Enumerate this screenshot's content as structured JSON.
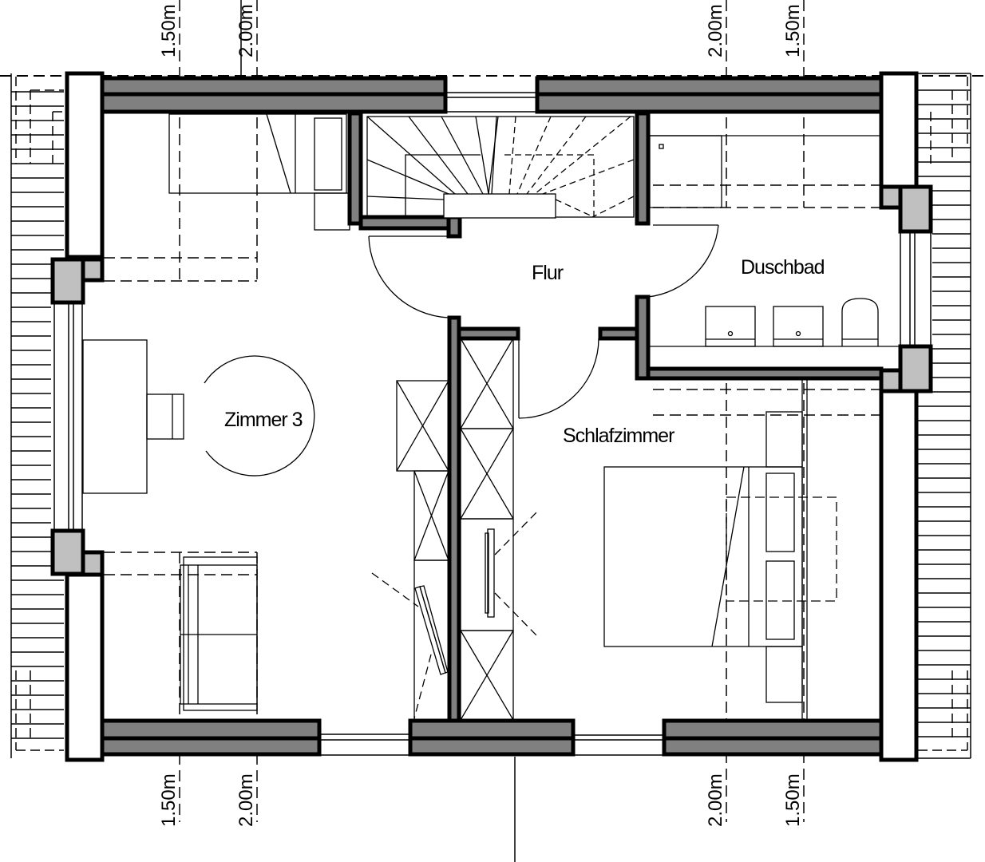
{
  "plan": {
    "type": "floor-plan",
    "colors": {
      "wall_fill": "#808080",
      "column_fill": "#c0c0c0",
      "line": "#000000",
      "background": "#ffffff"
    },
    "rooms": [
      {
        "id": "zimmer3",
        "label": "Zimmer 3"
      },
      {
        "id": "flur",
        "label": "Flur"
      },
      {
        "id": "duschbad",
        "label": "Duschbad"
      },
      {
        "id": "schlafzimmer",
        "label": "Schlafzimmer"
      }
    ],
    "dimensions": {
      "top": [
        "1.50m",
        "2.00m",
        "2.00m",
        "1.50m"
      ],
      "bottom": [
        "1.50m",
        "2.00m",
        "2.00m",
        "1.50m"
      ]
    }
  }
}
